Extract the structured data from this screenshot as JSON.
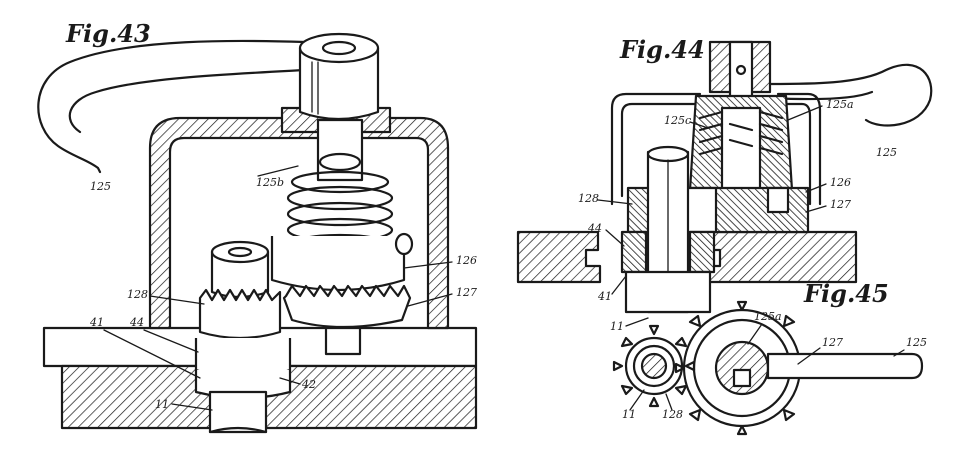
{
  "figures": {
    "fig43": {
      "title": "Fig.43",
      "labels": [
        "125",
        "125b",
        "128",
        "126",
        "127",
        "41",
        "44",
        "42",
        "11"
      ]
    },
    "fig44": {
      "title": "Fig.44",
      "labels": [
        "125a",
        "125c",
        "125",
        "128",
        "126",
        "127",
        "44",
        "41",
        "11"
      ]
    },
    "fig45": {
      "title": "Fig.45",
      "labels": [
        "125a",
        "127",
        "125",
        "11",
        "128"
      ]
    }
  }
}
